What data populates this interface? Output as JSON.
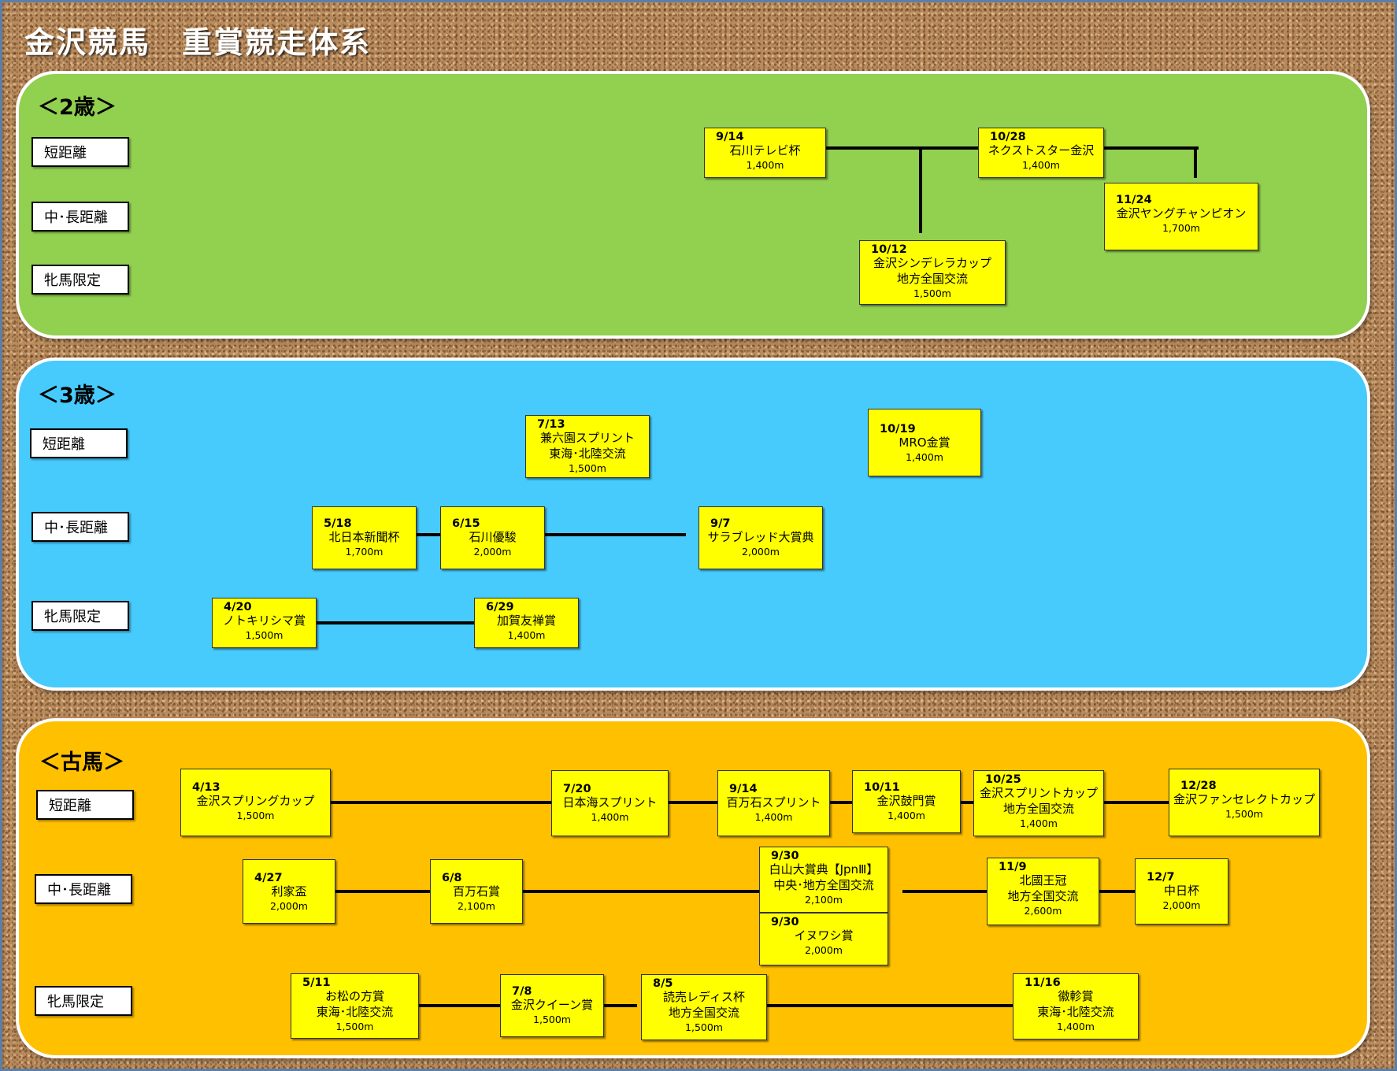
{
  "title": "金沢競馬　重賞競走体系",
  "categories": {
    "sprint": "短距離",
    "middle": "中･長距離",
    "fillies": "牝馬限定"
  },
  "colors": {
    "two_year": "#92d050",
    "three_year": "#47cbfc",
    "older": "#ffc000",
    "race_box": "#ffff00"
  },
  "panels": {
    "two_year": {
      "title": "＜2歳＞",
      "races": [
        {
          "date": "9/14",
          "name": "石川テレビ杯",
          "sub": "",
          "distance": "1,400m"
        },
        {
          "date": "10/28",
          "name": "ネクストスター金沢",
          "sub": "",
          "distance": "1,400m"
        },
        {
          "date": "11/24",
          "name": "金沢ヤングチャンピオン",
          "sub": "",
          "distance": "1,700m"
        },
        {
          "date": "10/12",
          "name": "金沢シンデレラカップ",
          "sub": "地方全国交流",
          "distance": "1,500m"
        }
      ]
    },
    "three_year": {
      "title": "＜3歳＞",
      "races": [
        {
          "date": "7/13",
          "name": "兼六園スプリント",
          "sub": "東海･北陸交流",
          "distance": "1,500m"
        },
        {
          "date": "10/19",
          "name": "MRO金賞",
          "sub": "",
          "distance": "1,400m"
        },
        {
          "date": "5/18",
          "name": "北日本新聞杯",
          "sub": "",
          "distance": "1,700m"
        },
        {
          "date": "6/15",
          "name": "石川優駿",
          "sub": "",
          "distance": "2,000m"
        },
        {
          "date": "9/7",
          "name": "サラブレッド大賞典",
          "sub": "",
          "distance": "2,000m"
        },
        {
          "date": "4/20",
          "name": "ノトキリシマ賞",
          "sub": "",
          "distance": "1,500m"
        },
        {
          "date": "6/29",
          "name": "加賀友禅賞",
          "sub": "",
          "distance": "1,400m"
        }
      ]
    },
    "older": {
      "title": "＜古馬＞",
      "races": [
        {
          "date": "4/13",
          "name": "金沢スプリングカップ",
          "sub": "",
          "distance": "1,500m"
        },
        {
          "date": "7/20",
          "name": "日本海スプリント",
          "sub": "",
          "distance": "1,400m"
        },
        {
          "date": "9/14",
          "name": "百万石スプリント",
          "sub": "",
          "distance": "1,400m"
        },
        {
          "date": "10/11",
          "name": "金沢鼓門賞",
          "sub": "",
          "distance": "1,400m"
        },
        {
          "date": "10/25",
          "name": "金沢スプリントカップ",
          "sub": "地方全国交流",
          "distance": "1,400m"
        },
        {
          "date": "12/28",
          "name": "金沢ファンセレクトカップ",
          "sub": "",
          "distance": "1,500m"
        },
        {
          "date": "4/27",
          "name": "利家盃",
          "sub": "",
          "distance": "2,000m"
        },
        {
          "date": "6/8",
          "name": "百万石賞",
          "sub": "",
          "distance": "2,100m"
        },
        {
          "date": "9/30",
          "name": "白山大賞典【JpnⅢ】",
          "sub": "中央･地方全国交流",
          "distance": "2,100m"
        },
        {
          "date": "9/30",
          "name": "イヌワシ賞",
          "sub": "",
          "distance": "2,000m"
        },
        {
          "date": "11/9",
          "name": "北國王冠",
          "sub": "地方全国交流",
          "distance": "2,600m"
        },
        {
          "date": "12/7",
          "name": "中日杯",
          "sub": "",
          "distance": "2,000m"
        },
        {
          "date": "5/11",
          "name": "お松の方賞",
          "sub": "東海･北陸交流",
          "distance": "1,500m"
        },
        {
          "date": "7/8",
          "name": "金沢クイーン賞",
          "sub": "",
          "distance": "1,500m"
        },
        {
          "date": "8/5",
          "name": "読売レディス杯",
          "sub": "地方全国交流",
          "distance": "1,500m"
        },
        {
          "date": "11/16",
          "name": "徽軫賞",
          "sub": "東海･北陸交流",
          "distance": "1,400m"
        }
      ]
    }
  }
}
